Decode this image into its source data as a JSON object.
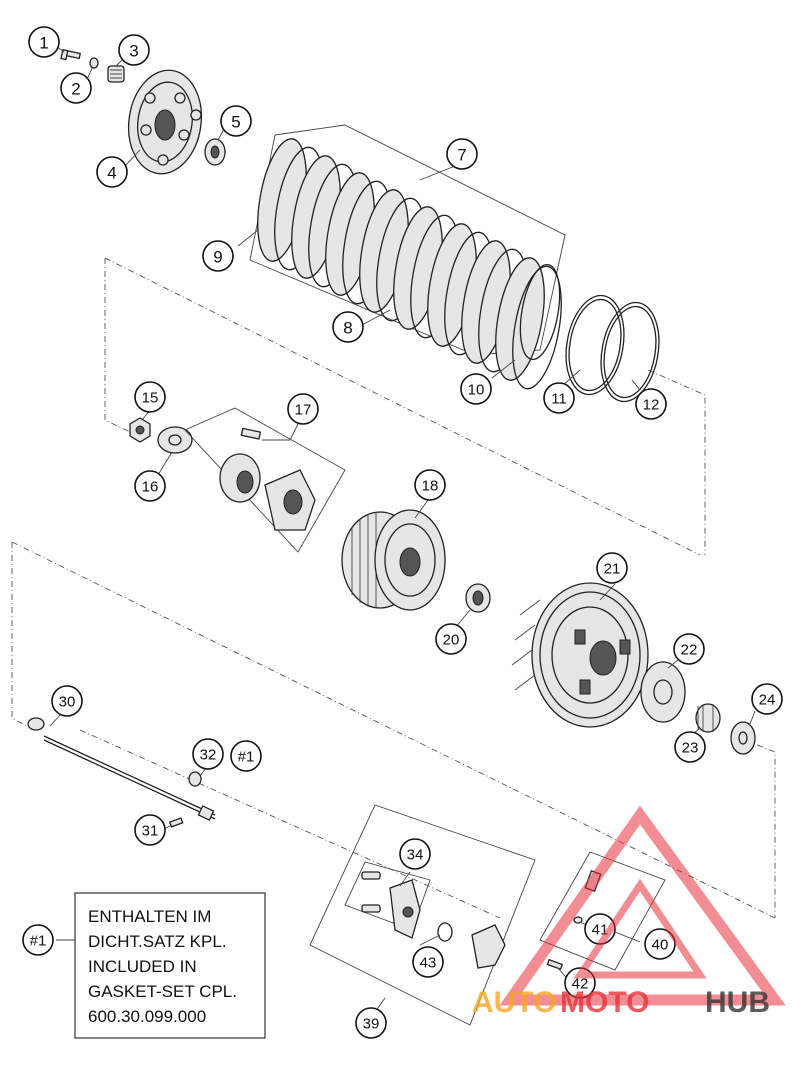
{
  "diagram": {
    "callouts": [
      {
        "id": "c1",
        "label": "1"
      },
      {
        "id": "c2",
        "label": "2"
      },
      {
        "id": "c3",
        "label": "3"
      },
      {
        "id": "c4",
        "label": "4"
      },
      {
        "id": "c5",
        "label": "5"
      },
      {
        "id": "c7",
        "label": "7"
      },
      {
        "id": "c8",
        "label": "8"
      },
      {
        "id": "c9",
        "label": "9"
      },
      {
        "id": "c10",
        "label": "10"
      },
      {
        "id": "c11",
        "label": "11"
      },
      {
        "id": "c12",
        "label": "12"
      },
      {
        "id": "c15",
        "label": "15"
      },
      {
        "id": "c16",
        "label": "16"
      },
      {
        "id": "c17",
        "label": "17"
      },
      {
        "id": "c18",
        "label": "18"
      },
      {
        "id": "c20",
        "label": "20"
      },
      {
        "id": "c21",
        "label": "21"
      },
      {
        "id": "c22",
        "label": "22"
      },
      {
        "id": "c23",
        "label": "23"
      },
      {
        "id": "c24",
        "label": "24"
      },
      {
        "id": "c30",
        "label": "30"
      },
      {
        "id": "c31",
        "label": "31"
      },
      {
        "id": "c32",
        "label": "32"
      },
      {
        "id": "c32n",
        "label": "#1"
      },
      {
        "id": "c34",
        "label": "34"
      },
      {
        "id": "c39",
        "label": "39"
      },
      {
        "id": "c40",
        "label": "40"
      },
      {
        "id": "c41",
        "label": "41"
      },
      {
        "id": "c42",
        "label": "42"
      },
      {
        "id": "c43",
        "label": "43"
      },
      {
        "id": "cnote",
        "label": "#1"
      }
    ],
    "note_lines": [
      "ENTHALTEN IM",
      "DICHT.SATZ KPL.",
      "INCLUDED IN",
      "GASKET-SET CPL.",
      "600.30.099.000"
    ],
    "watermark": {
      "part1": "AUTO",
      "part2": "MOTO",
      "part3": "HUB",
      "colors": {
        "auto": "#f5a623",
        "moto": "#e8313b",
        "hub": "#333333"
      }
    }
  }
}
